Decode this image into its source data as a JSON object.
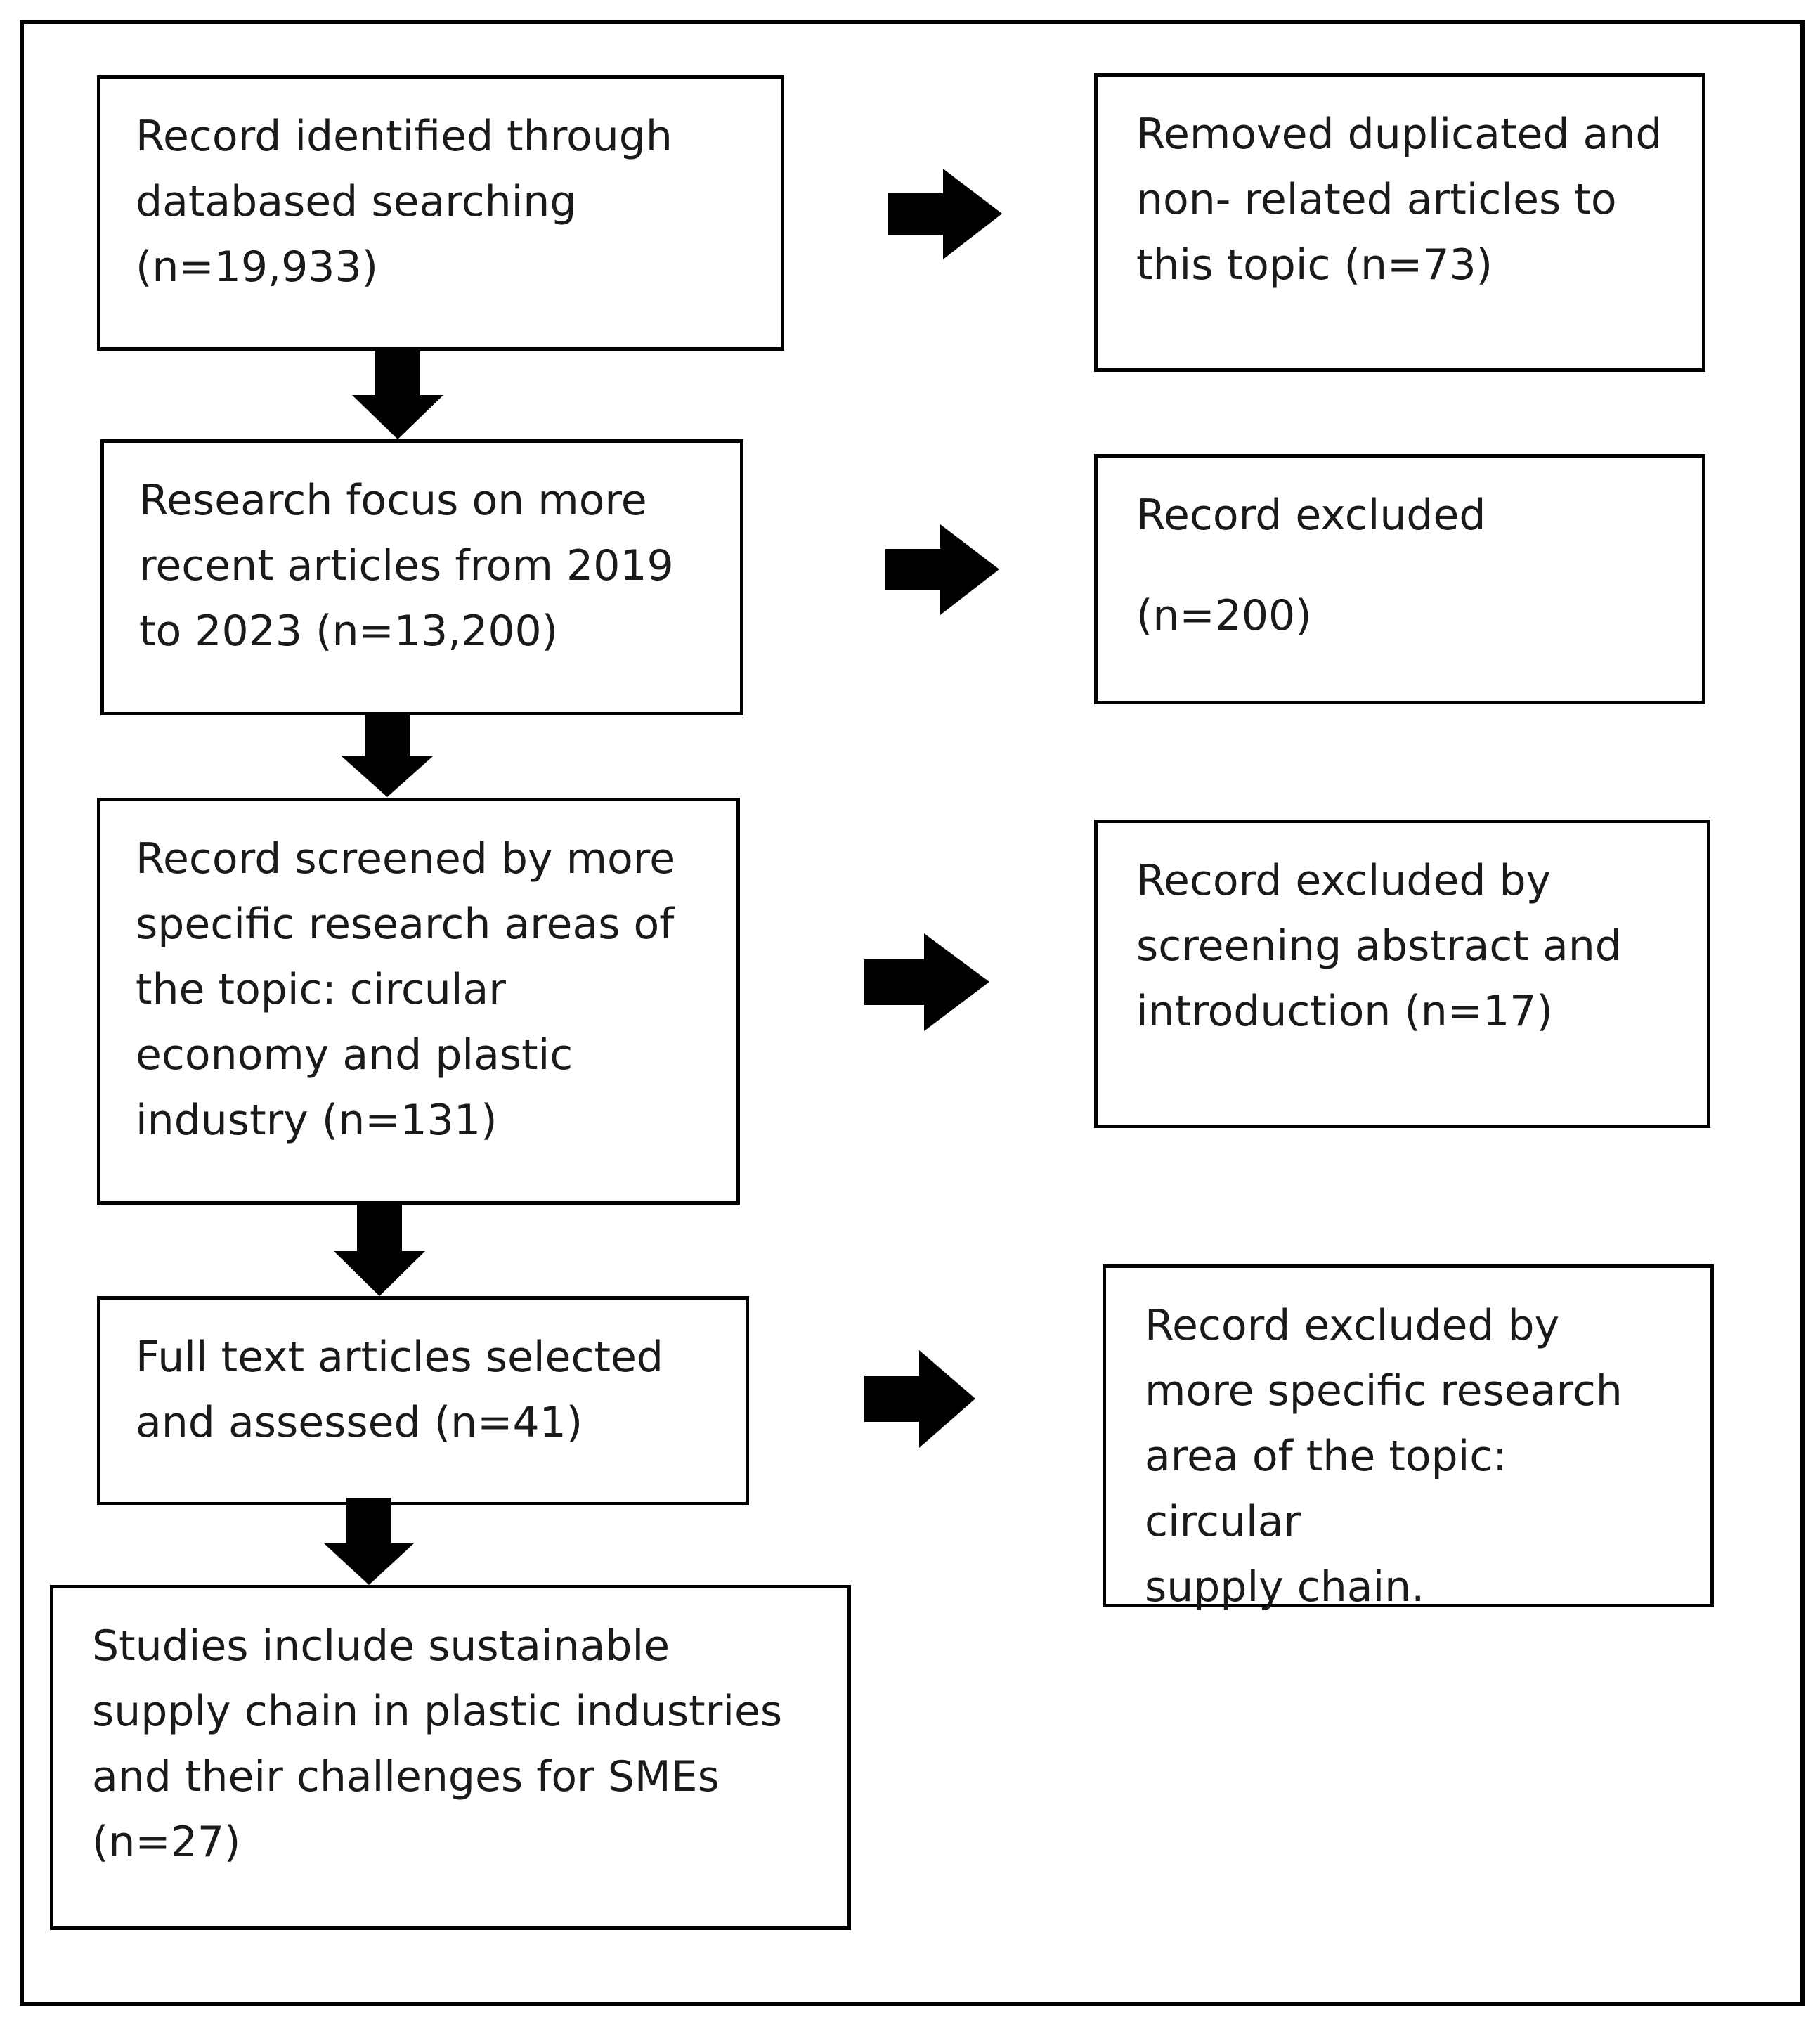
{
  "flow_left": [
    {
      "lines": [
        "Record identified through",
        "databased searching",
        "(n=19,933)"
      ]
    },
    {
      "lines": [
        "Research focus on more",
        "recent articles from 2019",
        "to 2023 (n=13,200)"
      ]
    },
    {
      "lines": [
        "Record screened by more",
        "specific research areas of",
        "the topic: circular",
        "economy and plastic",
        "industry (n=131)"
      ]
    },
    {
      "lines": [
        "Full text articles selected",
        "and assessed (n=41)"
      ]
    },
    {
      "lines": [
        "Studies include sustainable",
        "supply chain in plastic industries",
        "and their challenges for SMEs",
        "(n=27)"
      ]
    }
  ],
  "flow_right": [
    {
      "lines": [
        "Removed duplicated and",
        "non- related articles to",
        "this topic (n=73)"
      ]
    },
    {
      "lines": [
        "Record excluded",
        "(n=200)"
      ]
    },
    {
      "lines": [
        "Record excluded by",
        "screening abstract and",
        "introduction (n=17)"
      ]
    },
    {
      "lines": [
        "Record excluded by",
        "more specific research",
        "area of the topic: circular",
        "supply chain."
      ]
    }
  ]
}
